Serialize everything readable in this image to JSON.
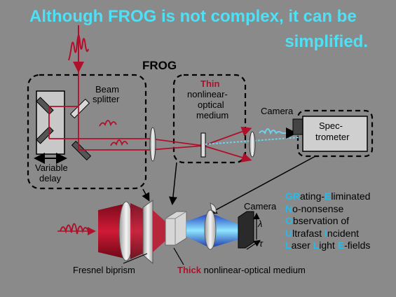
{
  "title": {
    "line1": "Although FROG is not complex, it can be",
    "line2": "simplified."
  },
  "labels": {
    "frog": "FROG",
    "beam": "Beam",
    "splitter": "splitter",
    "variable": "Variable",
    "delay": "delay",
    "thin": "Thin",
    "nonlinear": "nonlinear-",
    "optical": "optical",
    "medium": "medium",
    "camera_top": "Camera",
    "spec": "Spec-",
    "trometer": "trometer",
    "camera_bottom": "Camera",
    "lambda": "λ",
    "tau": "τ",
    "fresnel": "Fresnel biprism",
    "thick": "Thick",
    "thick_rest": " nonlinear-optical medium"
  },
  "acronym": [
    {
      "key": "GR",
      "rest1": "ating-",
      "key2": "E",
      "rest2": "liminated",
      "key3": "",
      "rest3": ""
    },
    {
      "key": "N",
      "rest1": "o-nonsense",
      "key2": "",
      "rest2": "",
      "key3": "",
      "rest3": ""
    },
    {
      "key": "O",
      "rest1": "bservation of",
      "key2": "",
      "rest2": "",
      "key3": "",
      "rest3": ""
    },
    {
      "key": "U",
      "rest1": "ltrafast ",
      "key2": "I",
      "rest2": "ncident",
      "key3": "",
      "rest3": ""
    },
    {
      "key": "L",
      "rest1": "aser ",
      "key2": "L",
      "rest2": "ight ",
      "key3": "E",
      "rest3": "-fields"
    }
  ],
  "colors": {
    "background": "#8a8a8a",
    "title": "#4fe0f5",
    "beam_red": "#b0102a",
    "signal_blue": "#6fd0f0",
    "acronym_key": "#29b9e8"
  }
}
